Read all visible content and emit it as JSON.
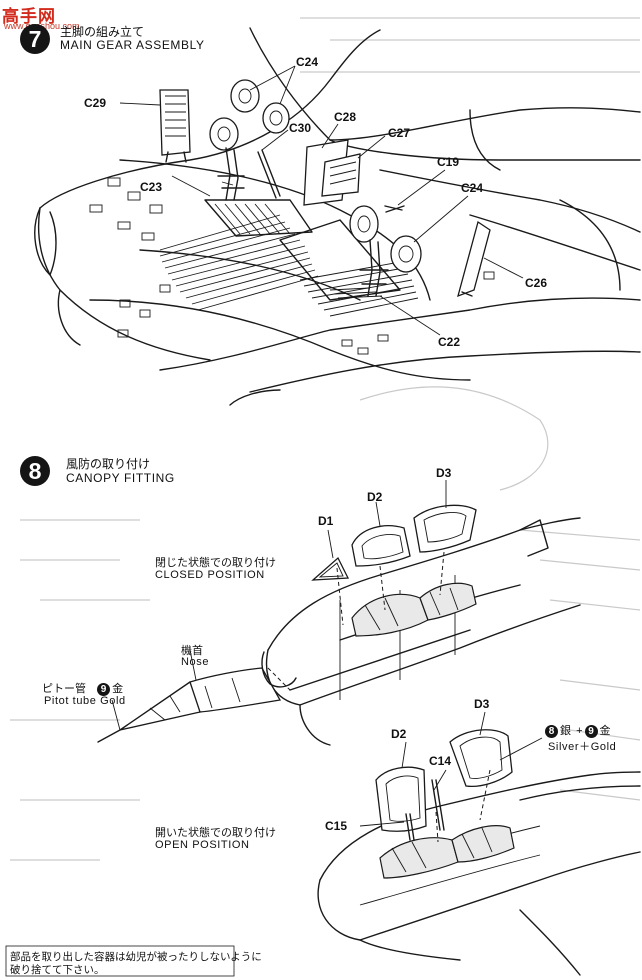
{
  "watermark": {
    "logo": "高手网",
    "url": "www.gaoshou.com"
  },
  "step7": {
    "number": "7",
    "title_jp": "主脚の組み立て",
    "title_en": "MAIN GEAR ASSEMBLY",
    "parts": {
      "c24a": "C24",
      "c29": "C29",
      "c30": "C30",
      "c28": "C28",
      "c27": "C27",
      "c23": "C23",
      "c19": "C19",
      "c24b": "C24",
      "c26": "C26",
      "c22": "C22"
    }
  },
  "step8": {
    "number": "8",
    "title_jp": "風防の取り付け",
    "title_en": "CANOPY FITTING",
    "parts": {
      "d1": "D1",
      "d2a": "D2",
      "d3a": "D3",
      "d2b": "D2",
      "d3b": "D3",
      "c14": "C14",
      "c15": "C15"
    },
    "closed_jp": "閉じた状態での取り付け",
    "closed_en": "CLOSED POSITION",
    "open_jp": "開いた状態での取り付け",
    "open_en": "OPEN POSITION",
    "nose_jp": "機首",
    "nose_en": "Nose",
    "pitot_jp": "ピトー管",
    "pitot_num": "9",
    "pitot_color_jp": "金",
    "pitot_en": "Pitot tube Gold",
    "silver_num": "8",
    "silver_jp": "銀",
    "gold_num": "9",
    "gold_jp": "金",
    "silver_gold_en": "Silver＋Gold"
  },
  "footer_note": {
    "line1": "部品を取り出した容器は幼児が被ったりしないように",
    "line2": "破り捨てて下さい。"
  }
}
